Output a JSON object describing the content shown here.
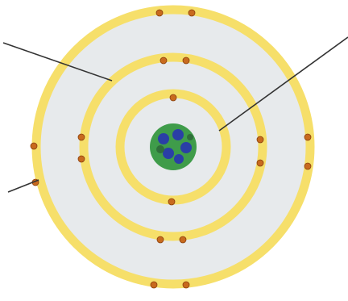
{
  "colors": {
    "background": "#ffffff",
    "disc": "#e7eaec",
    "shell": "#f6df6a",
    "shell_light": "#fbeea0",
    "electron": "#c86a1e",
    "electron_dark": "#8a3f0c",
    "leader": "#333333",
    "nucleus_green": "#3f9c4a",
    "nucleus_blue": "#2a3fa6"
  },
  "atom": {
    "shells": [
      {
        "name": "inner-shell",
        "electron_count": 2
      },
      {
        "name": "middle-shell",
        "electron_count": 8
      },
      {
        "name": "outer-shell",
        "electron_count": 8
      }
    ],
    "nucleus": {
      "protons": 6,
      "neutrons": 6
    }
  },
  "labels": {
    "top_left": "",
    "top_right": "",
    "bottom_left": ""
  }
}
